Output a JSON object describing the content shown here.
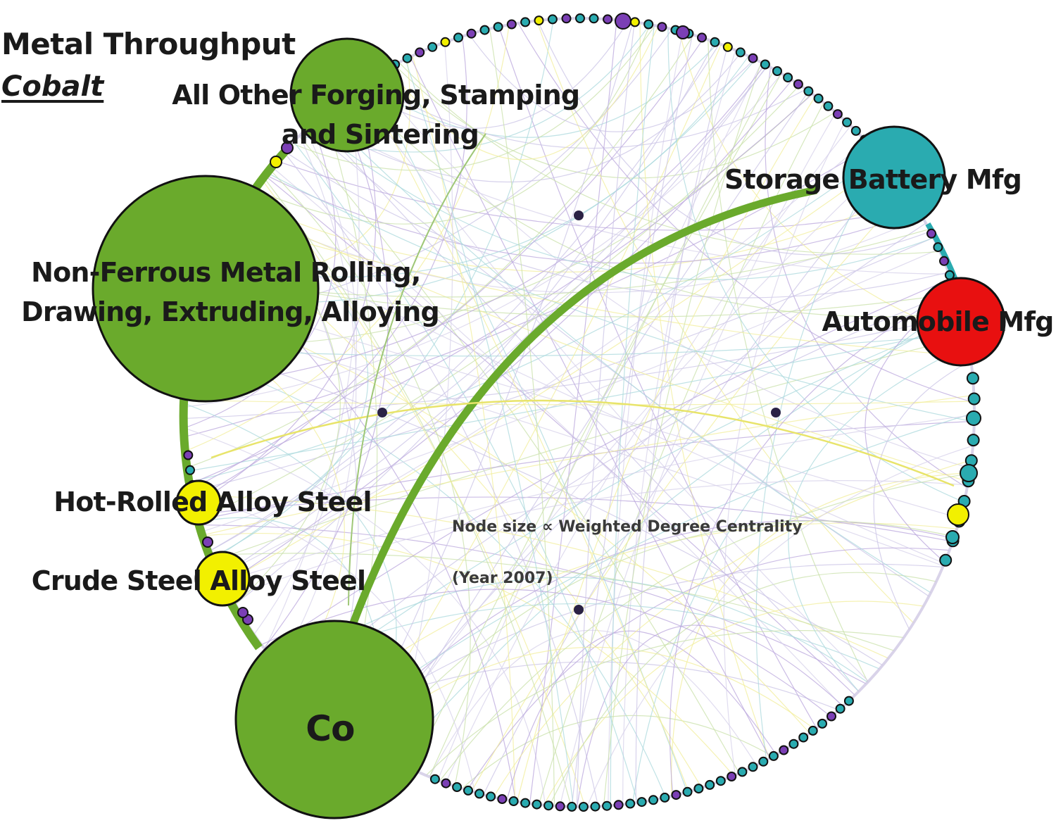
{
  "header": {
    "title": "Metal Throughput",
    "subtitle": "Cobalt"
  },
  "annotation": {
    "line1": "Node size ∝ Weighted Degree Centrality",
    "line2": "(Year 2007)"
  },
  "colors": {
    "green": "#6aaa2c",
    "teal": "#2aabb0",
    "red": "#e81010",
    "yellow": "#f2f000",
    "purple": "#7b3fb5",
    "outline": "#111111"
  },
  "nodes": [
    {
      "id": "co",
      "label_lines": [
        "Co"
      ],
      "color": "green"
    },
    {
      "id": "non-ferrous",
      "label_lines": [
        "Non-Ferrous Metal Rolling,",
        "Drawing, Extruding, Alloying"
      ],
      "color": "green"
    },
    {
      "id": "forging",
      "label_lines": [
        "All Other Forging, Stamping",
        "and Sintering"
      ],
      "color": "green"
    },
    {
      "id": "battery",
      "label_lines": [
        "Storage Battery Mfg"
      ],
      "color": "teal"
    },
    {
      "id": "automobile",
      "label_lines": [
        "Automobile Mfg"
      ],
      "color": "red"
    },
    {
      "id": "hot-rolled",
      "label_lines": [
        "Hot-Rolled Alloy Steel"
      ],
      "color": "yellow"
    },
    {
      "id": "crude-steel",
      "label_lines": [
        "Crude Steel Alloy Steel"
      ],
      "color": "yellow"
    }
  ]
}
